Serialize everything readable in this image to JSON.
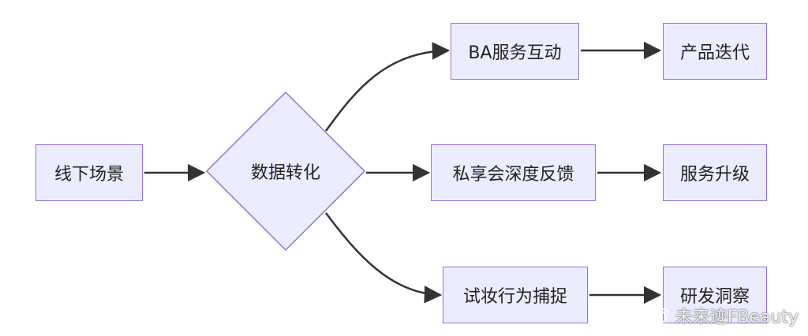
{
  "nodes": {
    "offline": "线下场景",
    "data_conversion": "数据转化",
    "ba_service": "BA服务互动",
    "private_event": "私享会深度反馈",
    "trial_capture": "试妆行为捕捉",
    "product_iteration": "产品迭代",
    "service_upgrade": "服务升级",
    "rd_insight": "研发洞察"
  },
  "watermark": {
    "text": "未来迹FBeauty",
    "icon": "weibo-icon"
  },
  "colors": {
    "node_fill": "#ececff",
    "node_border": "#9370db",
    "edge": "#333333"
  }
}
